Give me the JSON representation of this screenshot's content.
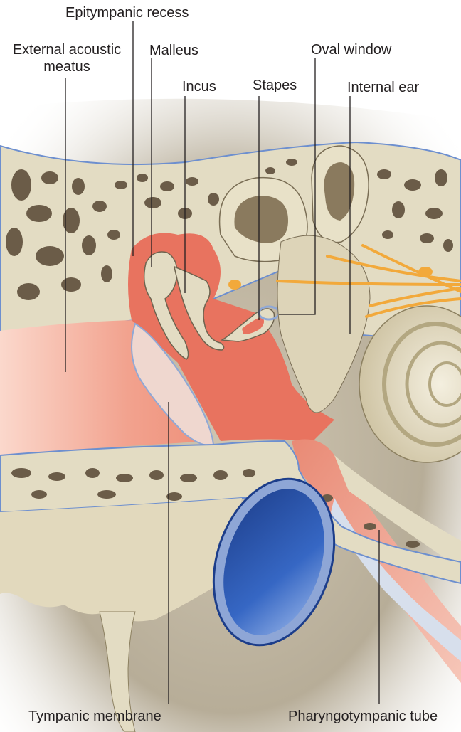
{
  "labels": {
    "epitympanic_recess": "Epitympanic recess",
    "external_acoustic_meatus_line1": "External acoustic",
    "external_acoustic_meatus_line2": "meatus",
    "malleus": "Malleus",
    "oval_window": "Oval window",
    "incus": "Incus",
    "stapes": "Stapes",
    "internal_ear": "Internal ear",
    "tympanic_membrane": "Tympanic membrane",
    "pharyngotympanic_tube": "Pharyngotympanic tube"
  },
  "colors": {
    "bone": "#e3dcc3",
    "bone_pore": "#6b5c48",
    "canal_pink": "#f0a08c",
    "cavity_red": "#e8735f",
    "membrane": "#efd7cf",
    "vessel_blue": "#2f5fb5",
    "nerve": "#f2a93b",
    "leader_line": "#231f20"
  }
}
